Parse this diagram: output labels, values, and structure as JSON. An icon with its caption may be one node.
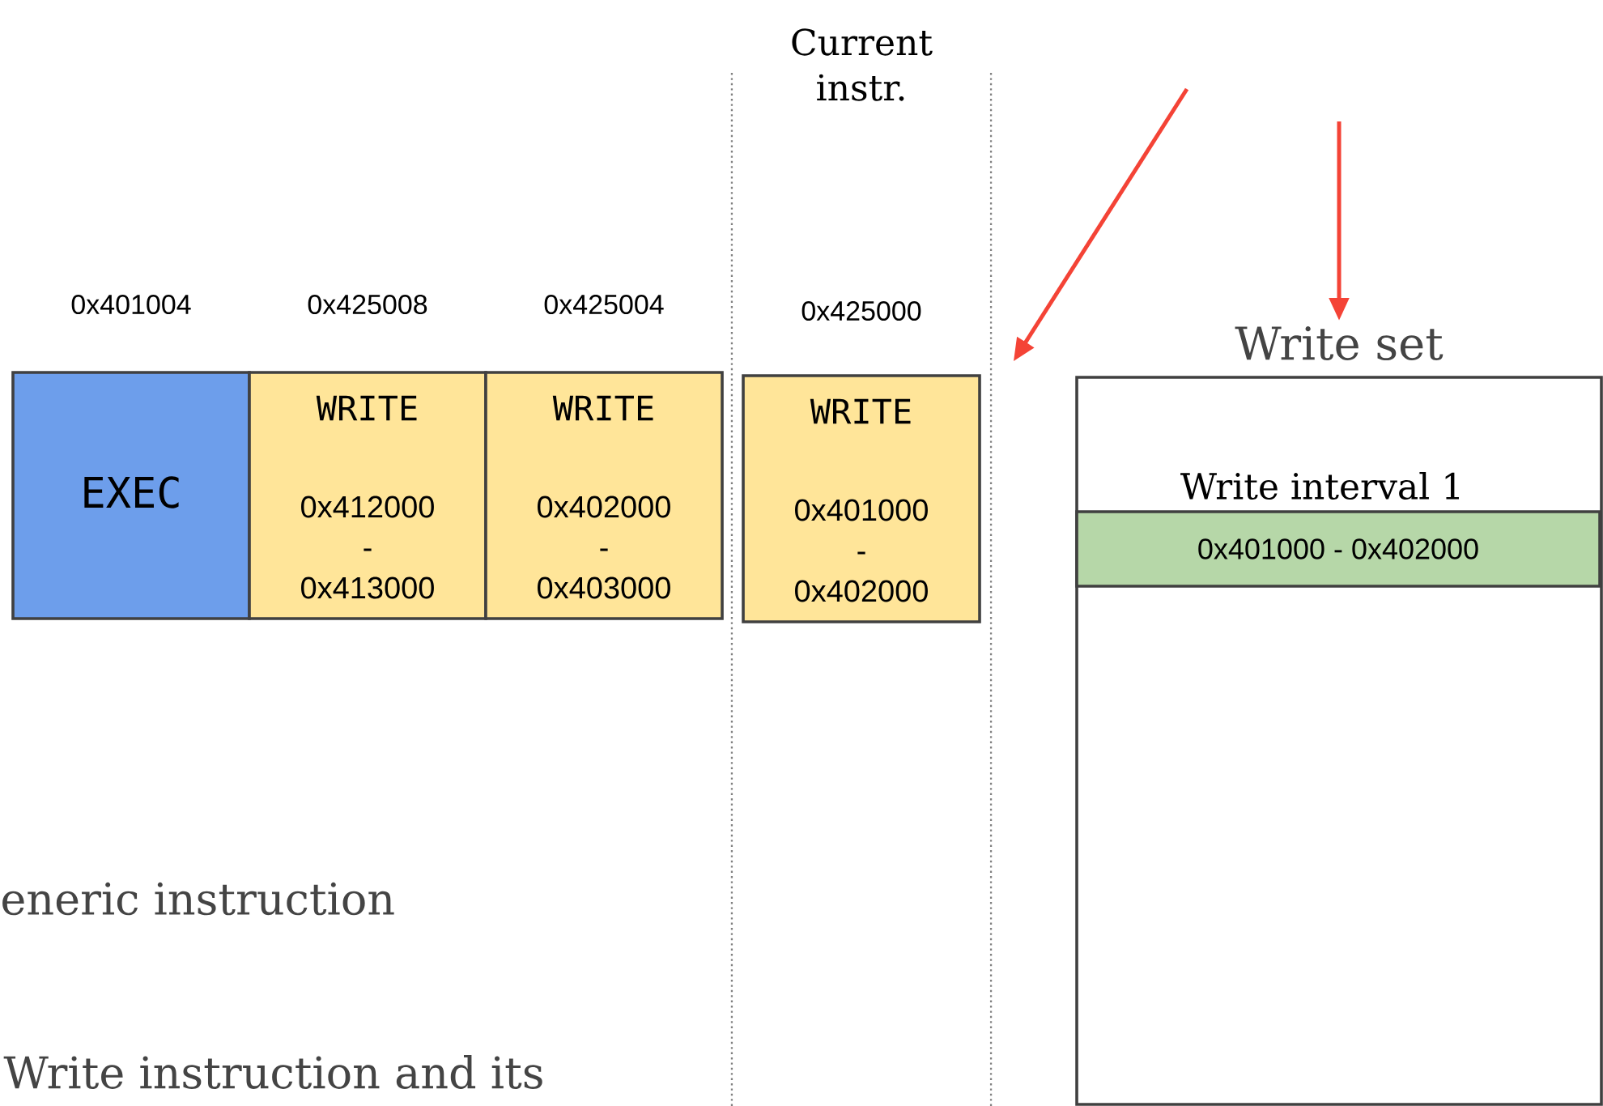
{
  "diagram": {
    "nodes": [
      {
        "text": [
          "EXEC"
        ],
        "beside": [
          "0x401004"
        ]
      },
      {
        "text": [
          "WRITE",
          "0x412000 - 0x413000"
        ],
        "beside": [
          "0x425008"
        ]
      },
      {
        "text": [
          "WRITE",
          "0x402000 - 0x403000"
        ],
        "beside": [
          "0x425004"
        ]
      },
      {
        "text": [
          "WRITE",
          "0x401000 - 0x402000"
        ],
        "beside": [
          "0x425000"
        ]
      },
      {
        "text": [
          "Write set"
        ]
      },
      {
        "text": [
          "Write interval 1",
          "0x401000 - 0x402000"
        ],
        "in": 4
      }
    ],
    "edges": [
      {
        "from": null,
        "to": 3,
        "arrow": "to"
      },
      {
        "from": null,
        "to": 4,
        "arrow": "to"
      }
    ],
    "labels": [
      "Current instr.",
      "eneric instruction",
      "Write instruction and its"
    ]
  }
}
